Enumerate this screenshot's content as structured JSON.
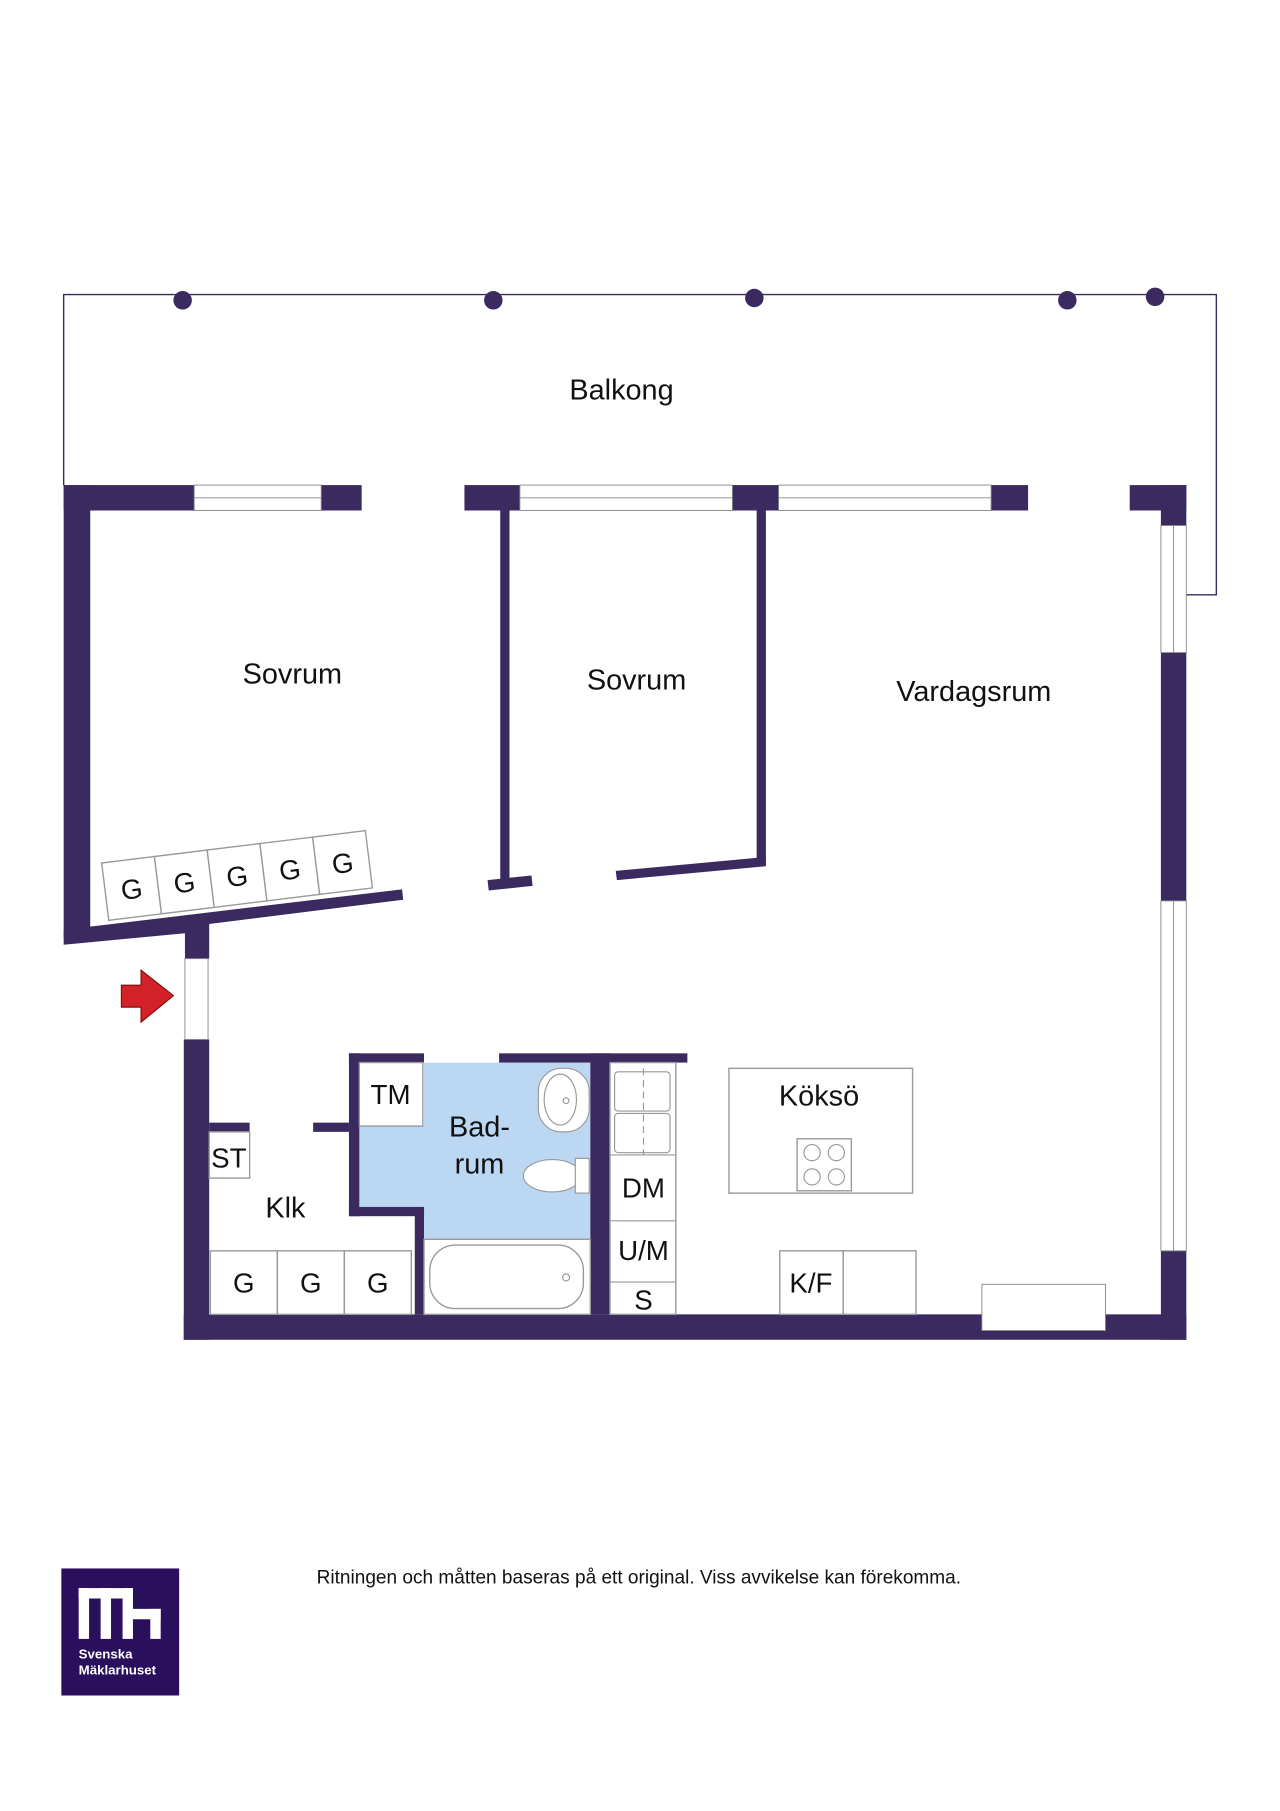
{
  "rooms": {
    "balcony": "Balkong",
    "bedroom1": "Sovrum",
    "bedroom2": "Sovrum",
    "living": "Vardagsrum",
    "island": "Köksö",
    "bath_line1": "Bad-",
    "bath_line2": "rum",
    "hall": "Klk"
  },
  "fixtures": {
    "tm": "TM",
    "st": "ST",
    "dm": "DM",
    "um": "U/M",
    "s": "S",
    "kf": "K/F",
    "wardrobe": "G"
  },
  "footer": {
    "disclaimer": "Ritningen och måtten baseras på ett original. Viss avvikelse kan förekomma."
  },
  "logo": {
    "line1": "Svenska",
    "line2": "Mäklarhuset"
  },
  "colors": {
    "wall": "#3a2a60",
    "bath": "#bcd7f2",
    "entry_arrow": "#d42027",
    "logo_bg": "#2a0f5c"
  }
}
